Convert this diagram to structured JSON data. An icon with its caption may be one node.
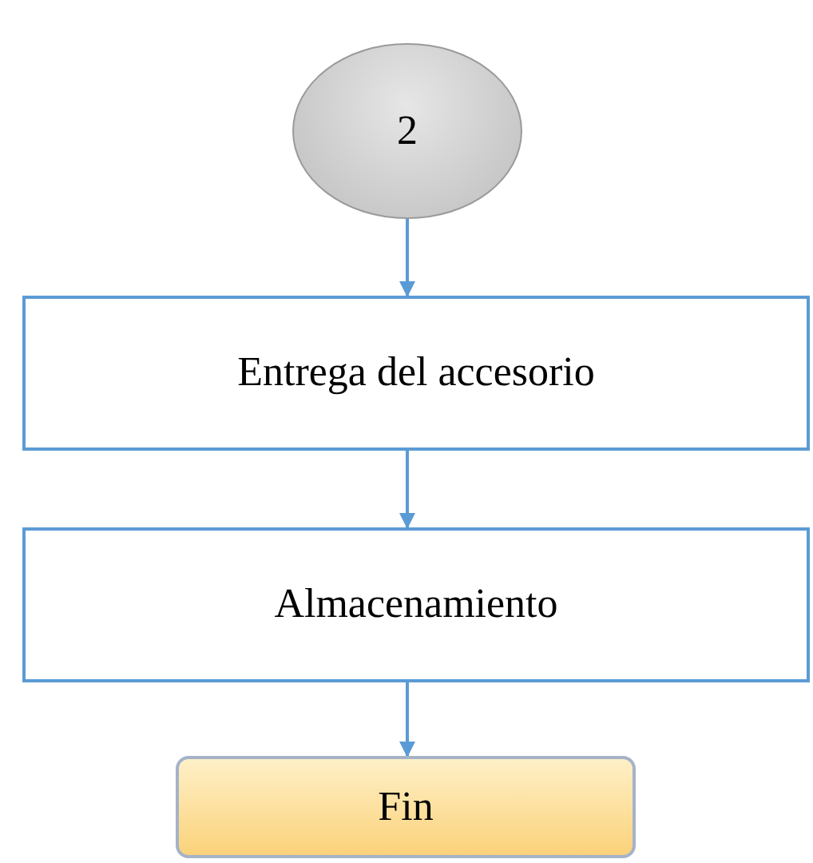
{
  "diagram": {
    "nodes": [
      {
        "text": [
          "2"
        ]
      },
      {
        "text": [
          "Entrega del accesorio"
        ]
      },
      {
        "text": [
          "Almacenamiento"
        ]
      },
      {
        "text": [
          "Fin"
        ]
      }
    ],
    "edges": [
      {
        "from": 0,
        "to": 1,
        "arrow": "to"
      },
      {
        "from": 1,
        "to": 2,
        "arrow": "to"
      },
      {
        "from": 2,
        "to": 3,
        "arrow": "to"
      }
    ]
  }
}
